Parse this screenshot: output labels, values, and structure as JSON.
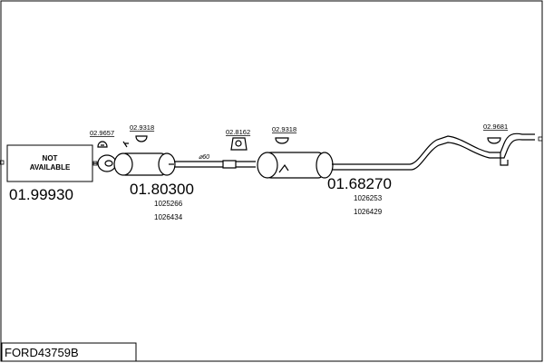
{
  "parts": {
    "left_box": {
      "line1": "NOT",
      "line2": "AVAILABLE",
      "code": "01.99930"
    },
    "front_muffler": {
      "code": "01.80300",
      "ref1": "1025266",
      "ref2": "1026434"
    },
    "rear_muffler": {
      "code": "01.68270",
      "ref1": "1026253",
      "ref2": "1026429"
    },
    "pipe_diameter": "⌀60"
  },
  "hangers": [
    {
      "code": "02.9657"
    },
    {
      "code": "02.9318"
    },
    {
      "code": "02.8162"
    },
    {
      "code": "02.9318"
    },
    {
      "code": "02.9681"
    }
  ],
  "title_box": {
    "text": "FORD43759B"
  }
}
